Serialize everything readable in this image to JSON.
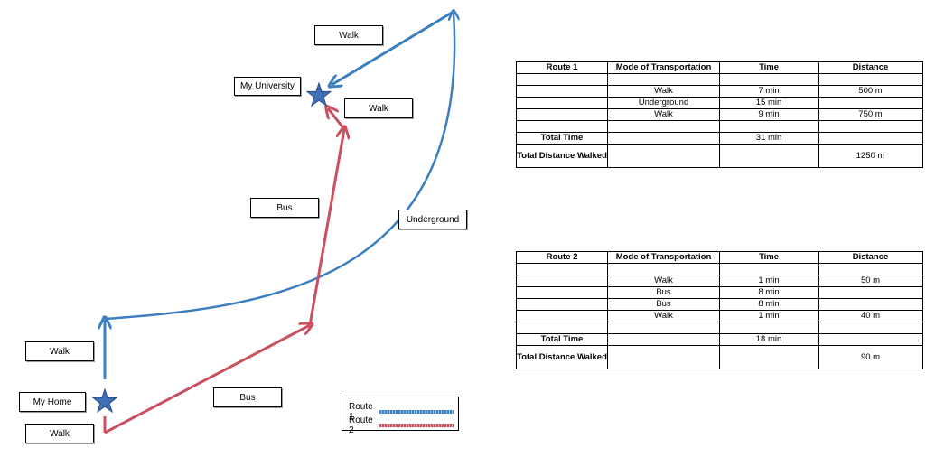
{
  "places": {
    "university": "My University",
    "home": "My Home"
  },
  "labels": {
    "walk_top": "Walk",
    "walk_uni": "Walk",
    "bus_upper": "Bus",
    "underground": "Underground",
    "walk_home_up": "Walk",
    "walk_home_down": "Walk",
    "bus_lower": "Bus"
  },
  "legend": {
    "route1": {
      "label": "Route 1",
      "color": "#3b7fc1"
    },
    "route2": {
      "label": "Route 2",
      "color": "#c8505f"
    }
  },
  "colors": {
    "route1": "#3b7fc1",
    "route2": "#c8505f",
    "star": "#3f6fb5"
  },
  "tables": {
    "route1": {
      "header": [
        "Route 1",
        "Mode of Transportation",
        "Time",
        "Distance"
      ],
      "rows": [
        [
          "",
          "",
          "",
          ""
        ],
        [
          "",
          "Walk",
          "7 min",
          "500 m"
        ],
        [
          "",
          "Underground",
          "15 min",
          ""
        ],
        [
          "",
          "Walk",
          "9 min",
          "750 m"
        ],
        [
          "",
          "",
          "",
          ""
        ]
      ],
      "total_time_label": "Total Time",
      "total_time": "31 min",
      "total_distance_label": "Total Distance Walked",
      "total_distance": "1250 m"
    },
    "route2": {
      "header": [
        "Route 2",
        "Mode of Transportation",
        "Time",
        "Distance"
      ],
      "rows": [
        [
          "",
          "",
          "",
          ""
        ],
        [
          "",
          "Walk",
          "1 min",
          "50 m"
        ],
        [
          "",
          "Bus",
          "8 min",
          ""
        ],
        [
          "",
          "Bus",
          "8 min",
          ""
        ],
        [
          "",
          "Walk",
          "1 min",
          "40 m"
        ],
        [
          "",
          "",
          "",
          ""
        ]
      ],
      "total_time_label": "Total Time",
      "total_time": "18 min",
      "total_distance_label": "Total Distance Walked",
      "total_distance": "90 m"
    }
  }
}
